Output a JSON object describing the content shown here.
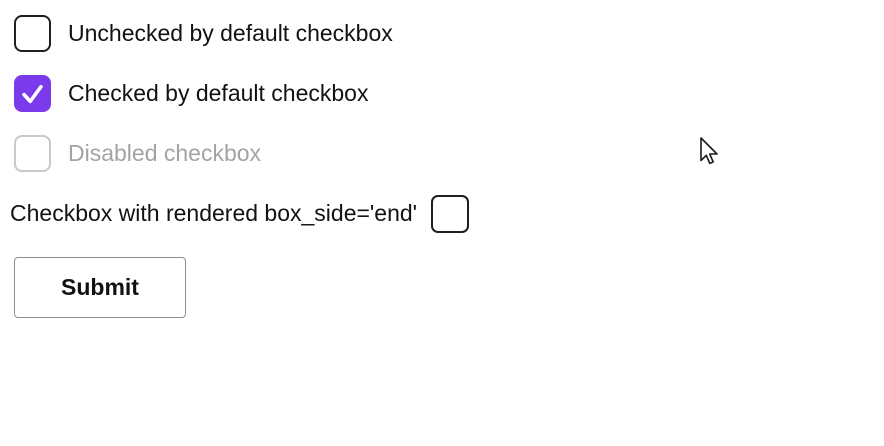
{
  "checkboxes": [
    {
      "label": "Unchecked by default checkbox",
      "checked": false,
      "disabled": false,
      "box_side": "start"
    },
    {
      "label": "Checked by default checkbox",
      "checked": true,
      "disabled": false,
      "box_side": "start"
    },
    {
      "label": "Disabled checkbox",
      "checked": false,
      "disabled": true,
      "box_side": "start"
    },
    {
      "label": "Checkbox with rendered box_side='end'",
      "checked": false,
      "disabled": false,
      "box_side": "end"
    }
  ],
  "submit_button": {
    "label": "Submit"
  },
  "colors": {
    "accent": "#7C3AED",
    "checkmark": "#FFFFFF",
    "checkbox_border": "#1F1F1F",
    "disabled_border": "#C9C9C9",
    "disabled_text": "#A3A3A3",
    "button_border": "#8F8F8F"
  }
}
